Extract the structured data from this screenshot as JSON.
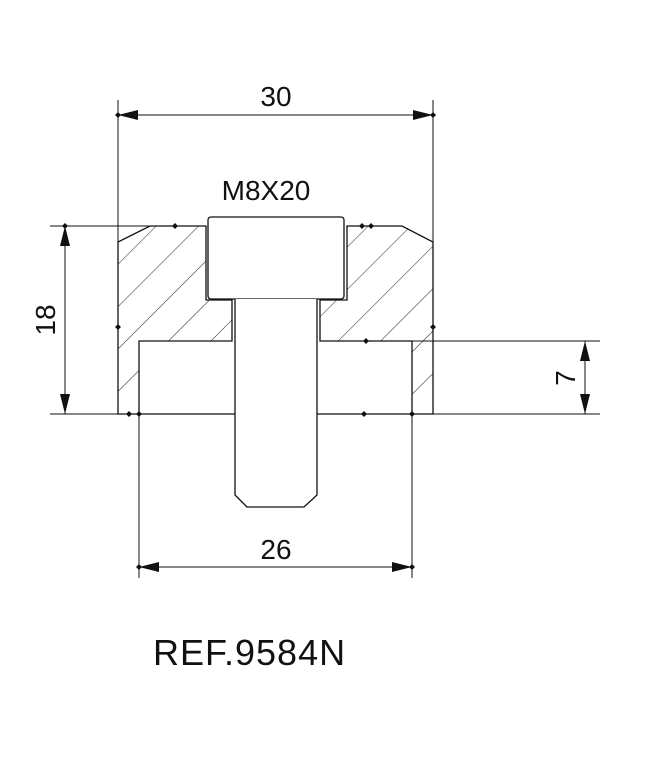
{
  "drawing": {
    "bolt_label": "M8X20",
    "reference": "REF.9584N",
    "dimensions": {
      "overall_width": "30",
      "overall_height": "18",
      "recess_depth": "7",
      "recess_width": "26"
    }
  },
  "colors": {
    "line": "#111111",
    "background": "#ffffff"
  }
}
